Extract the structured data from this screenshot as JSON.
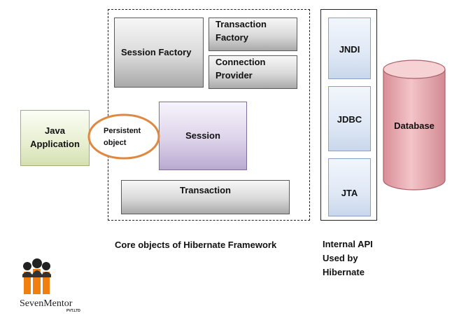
{
  "framework": {
    "session_factory": "Session Factory",
    "transaction_factory_line1": "Transaction",
    "transaction_factory_line2": "Factory",
    "connection_provider_line1": "Connection",
    "connection_provider_line2": "Provider",
    "session": "Session",
    "transaction": "Transaction",
    "caption": "Core objects of Hibernate Framework"
  },
  "java_app": {
    "line1": "Java",
    "line2": "Application"
  },
  "persistent": {
    "line1": "Persistent",
    "line2": "object"
  },
  "api": {
    "items": [
      "JNDI",
      "JDBC",
      "JTA"
    ],
    "caption_line1": "Internal API",
    "caption_line2": "Used by",
    "caption_line3": "Hibernate"
  },
  "database": {
    "label": "Database"
  },
  "logo": {
    "text": "SevenMentor",
    "sub": "PVT.LTD"
  },
  "colors": {
    "grey_box": "#b8b8b8",
    "session_box": "#c9bedb",
    "java_box": "#e3eccc",
    "api_box": "#dce6f4",
    "db_fill": "#e7a9af",
    "ellipse_stroke": "#e0883f",
    "logo_orange": "#f07f10"
  }
}
